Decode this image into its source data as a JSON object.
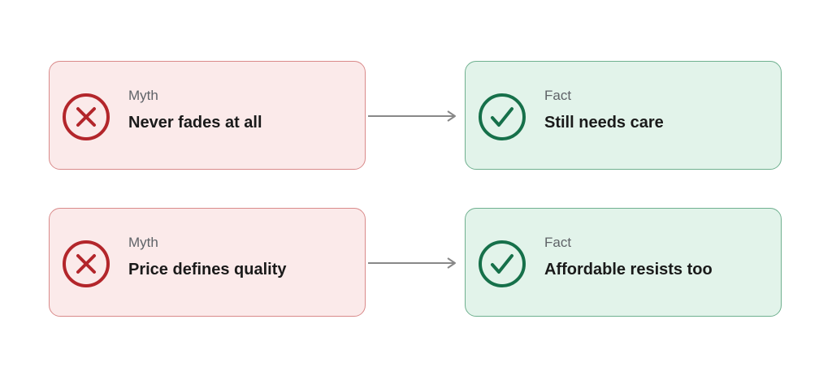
{
  "colors": {
    "myth_fill": "#fbeaea",
    "myth_border": "#d98a8a",
    "myth_icon": "#b3262b",
    "fact_fill": "#e2f3ea",
    "fact_border": "#6fb08f",
    "fact_icon": "#16704a",
    "arrow": "#888888"
  },
  "rows": [
    {
      "myth": {
        "tag": "Myth",
        "text": "Never fades at all",
        "icon": "x-circle-icon"
      },
      "fact": {
        "tag": "Fact",
        "text": "Still needs care",
        "icon": "check-circle-icon"
      }
    },
    {
      "myth": {
        "tag": "Myth",
        "text": "Price defines quality",
        "icon": "x-circle-icon"
      },
      "fact": {
        "tag": "Fact",
        "text": "Affordable resists too",
        "icon": "check-circle-icon"
      }
    }
  ]
}
